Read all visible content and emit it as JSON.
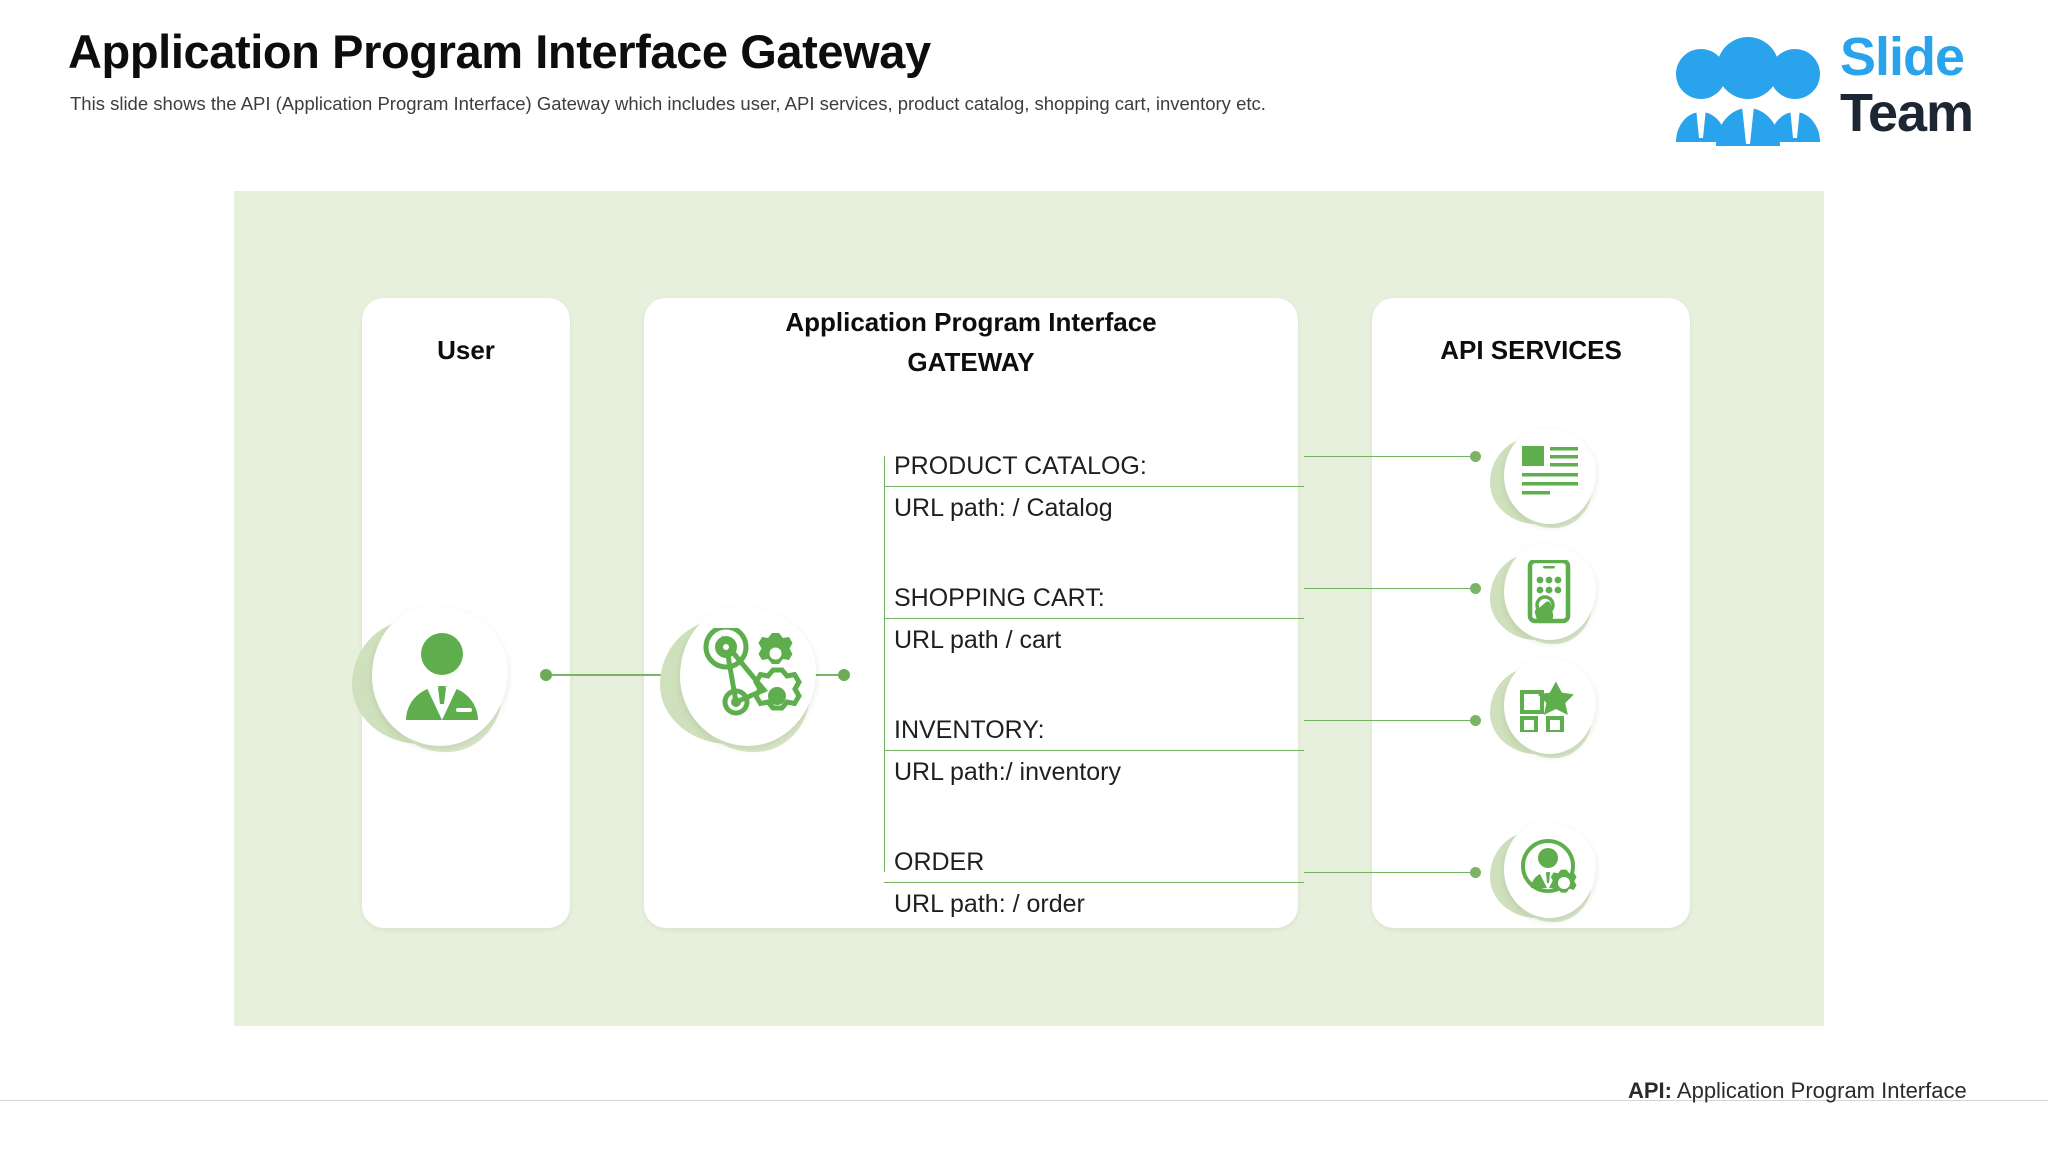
{
  "header": {
    "title": "Application Program Interface Gateway",
    "subtitle": "This slide shows the API (Application Program Interface) Gateway which includes user, API services, product catalog, shopping cart, inventory etc."
  },
  "logo": {
    "word_primary": "Slide",
    "word_secondary": "Team",
    "primary_color": "#29a3ec",
    "secondary_color": "#1d2733",
    "mark_icon": "three-people-icon"
  },
  "diagram": {
    "backdrop_color": "#e7efdd",
    "accent_color": "#74b062",
    "icon_color": "#5fae4e",
    "panels": {
      "user": {
        "heading": "User",
        "icon": "user-avatar-icon"
      },
      "gateway": {
        "heading_line1": "Application Program Interface",
        "heading_line2": "GATEWAY",
        "icon": "gears-belt-icon"
      },
      "services": {
        "heading": "API SERVICES"
      }
    },
    "routes": [
      {
        "name": "PRODUCT CATALOG:",
        "path": "URL path: / Catalog",
        "service_icon": "document-article-icon"
      },
      {
        "name": "SHOPPING CART:",
        "path": "URL path / cart",
        "service_icon": "mobile-tap-icon"
      },
      {
        "name": "INVENTORY:",
        "path": "URL path:/ inventory",
        "service_icon": "grid-star-icon"
      },
      {
        "name": "ORDER",
        "path": "URL path: / order",
        "service_icon": "user-gear-icon"
      }
    ]
  },
  "footer": {
    "abbreviation": "API:",
    "expansion": "Application Program Interface"
  }
}
